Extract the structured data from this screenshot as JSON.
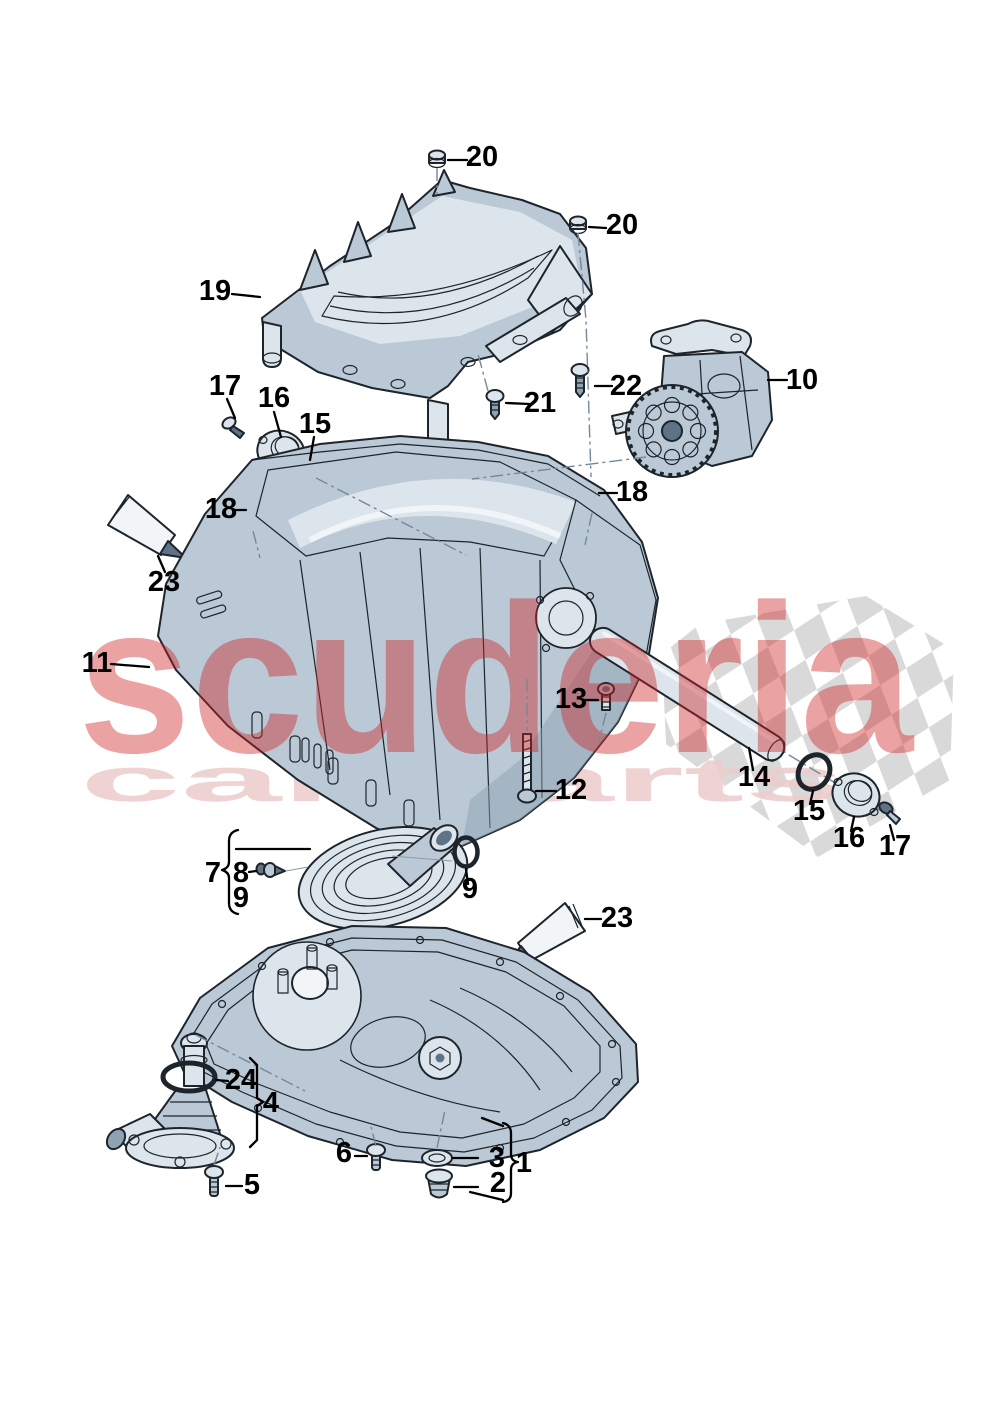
{
  "watermark": {
    "line1": "scuderia",
    "line2": "car parts",
    "color_primary": "#cc2222",
    "color_secondary": "#eccaca",
    "checker_color": "#d9d9d9"
  },
  "callouts": {
    "n1": "1",
    "n2": "2",
    "n3": "3",
    "n4": "4",
    "n5": "5",
    "n6": "6",
    "n7": "7",
    "n8": "8",
    "n9a": "9",
    "n9b": "9",
    "n10": "10",
    "n11": "11",
    "n12": "12",
    "n13": "13",
    "n14": "14",
    "n15a": "15",
    "n15b": "15",
    "n16a": "16",
    "n16b": "16",
    "n17a": "17",
    "n17b": "17",
    "n18a": "18",
    "n18b": "18",
    "n19": "19",
    "n20a": "20",
    "n20b": "20",
    "n21": "21",
    "n22": "22",
    "n23a": "23",
    "n23b": "23",
    "n24": "24"
  }
}
